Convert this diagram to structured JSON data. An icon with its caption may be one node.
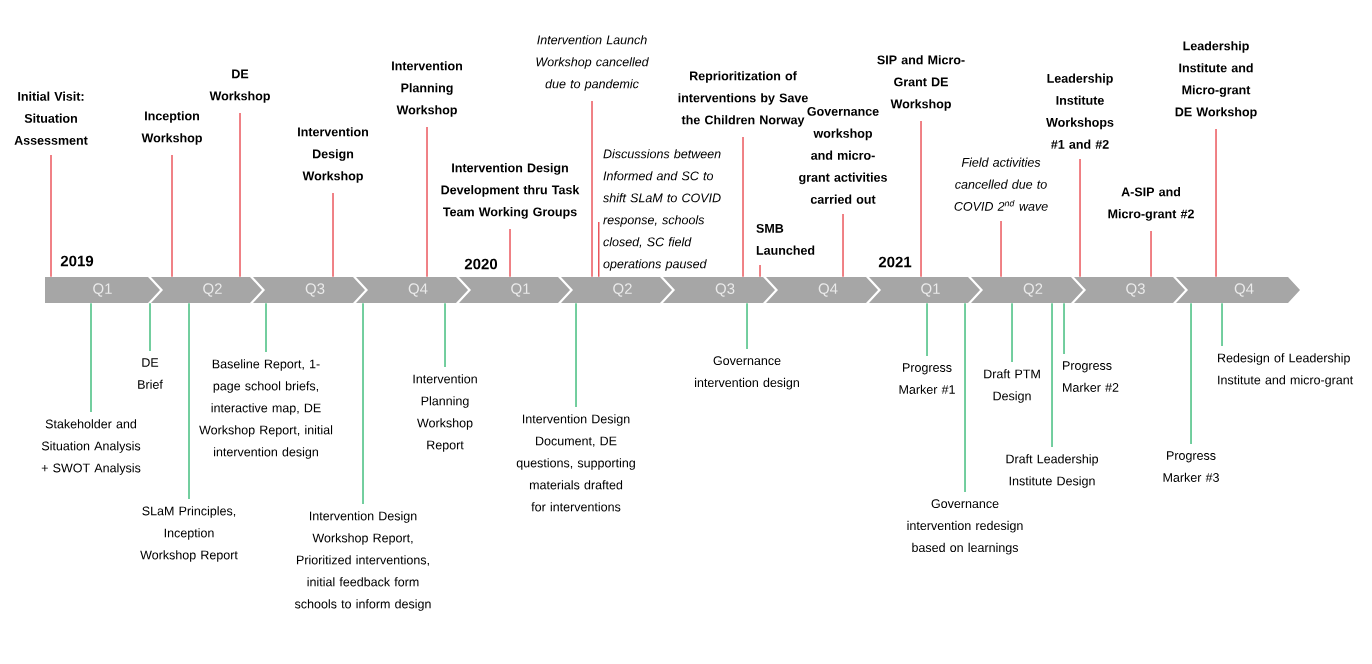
{
  "diagram": {
    "nodes": [
      {
        "text": [
          "Q1"
        ]
      },
      {
        "text": [
          "Q2"
        ]
      },
      {
        "text": [
          "Q3"
        ]
      },
      {
        "text": [
          "Q4"
        ]
      },
      {
        "text": [
          "Q1"
        ]
      },
      {
        "text": [
          "Q2"
        ]
      },
      {
        "text": [
          "Q3"
        ]
      },
      {
        "text": [
          "Q4"
        ]
      },
      {
        "text": [
          "Q1"
        ]
      },
      {
        "text": [
          "Q2"
        ]
      },
      {
        "text": [
          "Q3"
        ]
      },
      {
        "text": [
          "Q4"
        ]
      },
      {
        "text": [
          "Initial Visit: Situation Assessment"
        ]
      },
      {
        "text": [
          "Inception Workshop"
        ]
      },
      {
        "text": [
          "DE Workshop"
        ]
      },
      {
        "text": [
          "Intervention Design Workshop"
        ]
      },
      {
        "text": [
          "Intervention Planning Workshop"
        ]
      },
      {
        "text": [
          "Intervention Design Development thru Task Team Working Groups"
        ]
      },
      {
        "text": [
          "Intervention Launch Workshop cancelled due to pandemic"
        ]
      },
      {
        "text": [
          "Discussions between Informed and SC to shift SLaM to COVID response, schools closed, SC field operations paused"
        ]
      },
      {
        "text": [
          "Reprioritization of interventions by Save the Children Norway"
        ]
      },
      {
        "text": [
          "SMB Launched"
        ]
      },
      {
        "text": [
          "Governance workshop and micro-grant activities carried out"
        ]
      },
      {
        "text": [
          "SIP and Micro-Grant DE Workshop"
        ]
      },
      {
        "text": [
          "Field activities cancelled due to COVID 2$^{nd}$ wave"
        ]
      },
      {
        "text": [
          "Leadership Institute Workshops #1 and #2"
        ]
      },
      {
        "text": [
          "A-SIP and Micro-grant #2"
        ]
      },
      {
        "text": [
          "Leadership Institute and Micro-grant DE Workshop"
        ]
      },
      {
        "text": [
          "Stakeholder and Situation Analysis + SWOT Analysis"
        ]
      },
      {
        "text": [
          "DE Brief"
        ]
      },
      {
        "text": [
          "SLaM Principles, Inception Workshop Report"
        ]
      },
      {
        "text": [
          "Baseline Report, 1-page school briefs, interactive map, DE Workshop Report, initial intervention design"
        ]
      },
      {
        "text": [
          "Intervention Design Workshop Report, Prioritized interventions, initial feedback form schools to inform design"
        ]
      },
      {
        "text": [
          "Intervention Planning Workshop Report"
        ]
      },
      {
        "text": [
          "Intervention Design Document, DE questions, supporting materials drafted for interventions"
        ]
      },
      {
        "text": [
          "Governance intervention design"
        ]
      },
      {
        "text": [
          "Progress Marker #1"
        ]
      },
      {
        "text": [
          "Governance intervention redesign based on learnings"
        ]
      },
      {
        "text": [
          "Draft PTM Design"
        ]
      },
      {
        "text": [
          "Draft Leadership Institute Design"
        ]
      },
      {
        "text": [
          "Progress Marker #2"
        ]
      },
      {
        "text": [
          "Progress Marker #3"
        ]
      },
      {
        "text": [
          "Redesign of Leadership Institute and micro-grant"
        ]
      }
    ],
    "edges": [
      {
        "from": 12,
        "to": 0,
        "arrow": "none",
        "color": "#e31b23"
      },
      {
        "from": 13,
        "to": 1,
        "arrow": "none",
        "color": "#e31b23"
      },
      {
        "from": 14,
        "to": 1,
        "arrow": "none",
        "color": "#e31b23"
      },
      {
        "from": 15,
        "to": 2,
        "arrow": "none",
        "color": "#e31b23"
      },
      {
        "from": 16,
        "to": 3,
        "arrow": "none",
        "color": "#e31b23"
      },
      {
        "from": 17,
        "to": 4,
        "arrow": "none",
        "color": "#e31b23"
      },
      {
        "from": 18,
        "to": 5,
        "arrow": "none",
        "color": "#e31b23"
      },
      {
        "from": 19,
        "to": 5,
        "arrow": "none",
        "color": "#e31b23"
      },
      {
        "from": 20,
        "to": 6,
        "arrow": "none",
        "color": "#e31b23"
      },
      {
        "from": 21,
        "to": 6,
        "arrow": "none",
        "color": "#e31b23"
      },
      {
        "from": 22,
        "to": 7,
        "arrow": "none",
        "color": "#e31b23"
      },
      {
        "from": 23,
        "to": 8,
        "arrow": "none",
        "color": "#e31b23"
      },
      {
        "from": 24,
        "to": 9,
        "arrow": "none",
        "color": "#e31b23"
      },
      {
        "from": 25,
        "to": 9,
        "arrow": "none",
        "color": "#e31b23"
      },
      {
        "from": 26,
        "to": 10,
        "arrow": "none",
        "color": "#e31b23"
      },
      {
        "from": 27,
        "to": 11,
        "arrow": "none",
        "color": "#e31b23"
      },
      {
        "from": 28,
        "to": 0,
        "arrow": "none",
        "color": "#00a650"
      },
      {
        "from": 29,
        "to": 0,
        "arrow": "none",
        "color": "#00a650"
      },
      {
        "from": 30,
        "to": 1,
        "arrow": "none",
        "color": "#00a650"
      },
      {
        "from": 31,
        "to": 2,
        "arrow": "none",
        "color": "#00a650"
      },
      {
        "from": 32,
        "to": 2,
        "arrow": "none",
        "color": "#00a650"
      },
      {
        "from": 33,
        "to": 3,
        "arrow": "none",
        "color": "#00a650"
      },
      {
        "from": 34,
        "to": 5,
        "arrow": "none",
        "color": "#00a650"
      },
      {
        "from": 35,
        "to": 6,
        "arrow": "none",
        "color": "#00a650"
      },
      {
        "from": 36,
        "to": 8,
        "arrow": "none",
        "color": "#00a650"
      },
      {
        "from": 37,
        "to": 8,
        "arrow": "none",
        "color": "#00a650"
      },
      {
        "from": 38,
        "to": 9,
        "arrow": "none",
        "color": "#00a650"
      },
      {
        "from": 39,
        "to": 9,
        "arrow": "none",
        "color": "#00a650"
      },
      {
        "from": 40,
        "to": 9,
        "arrow": "none",
        "color": "#00a650"
      },
      {
        "from": 41,
        "to": 11,
        "arrow": "none",
        "color": "#00a650"
      },
      {
        "from": 42,
        "to": 11,
        "arrow": "none",
        "color": "#00a650"
      }
    ],
    "labels": [
      "2019",
      "2020",
      "2021"
    ]
  }
}
